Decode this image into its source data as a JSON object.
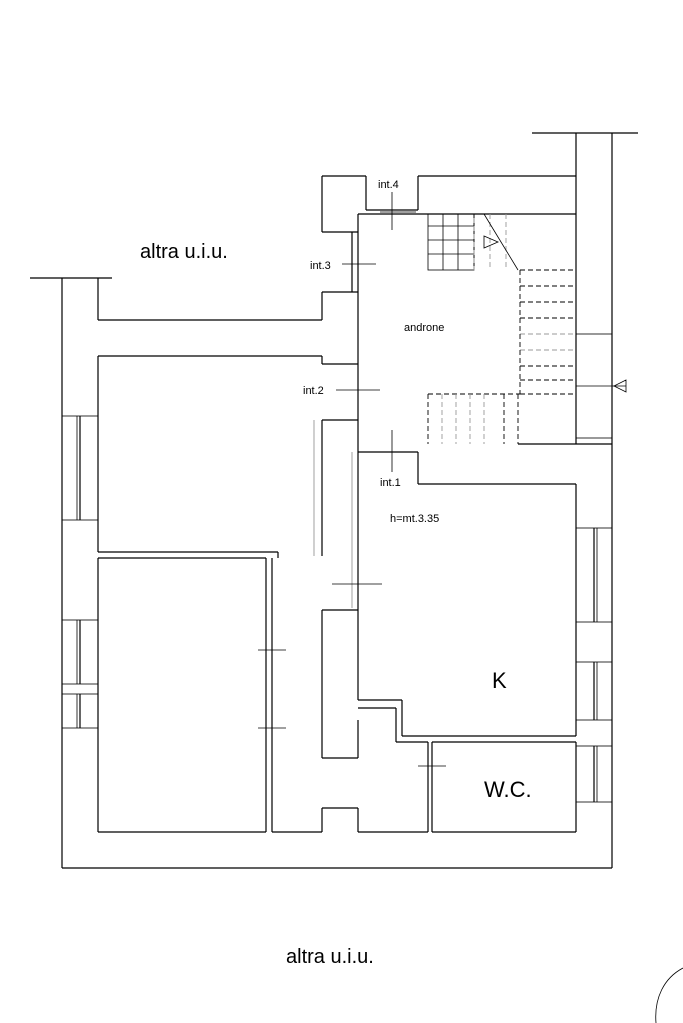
{
  "labels": {
    "altra_top": "altra u.i.u.",
    "altra_bottom": "altra u.i.u.",
    "int4": "int.4",
    "int3": "int.3",
    "int2": "int.2",
    "int1": "int.1",
    "androne": "androne",
    "height": "h=mt.3.35",
    "kitchen": "K",
    "wc": "W.C."
  }
}
